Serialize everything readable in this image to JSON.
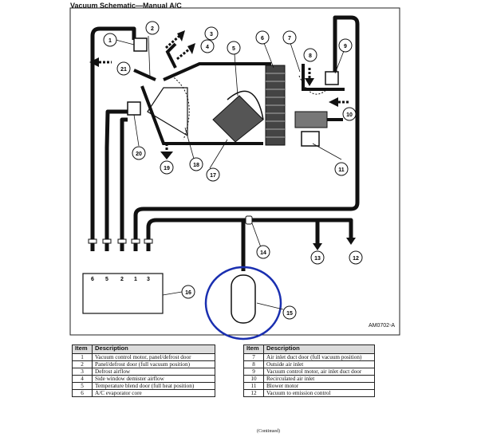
{
  "title": "Vacuum Schematic—Manual A/C",
  "figure_id": "AM0702-A",
  "callouts": [
    "1",
    "2",
    "3",
    "4",
    "5",
    "6",
    "7",
    "8",
    "9",
    "10",
    "11",
    "12",
    "13",
    "14",
    "15",
    "16",
    "17",
    "18",
    "19",
    "20",
    "21"
  ],
  "port_labels": [
    "6",
    "5",
    "2",
    "1",
    "3"
  ],
  "continued_note": "(Continued)",
  "annotation_color": "#1a2fb0",
  "table_headers": {
    "item": "Item",
    "description": "Description"
  },
  "table_left": [
    {
      "item": "1",
      "description": "Vacuum control motor, panel/defrost door"
    },
    {
      "item": "2",
      "description": "Panel/defrost door (full vacuum position)"
    },
    {
      "item": "3",
      "description": "Defrost airflow"
    },
    {
      "item": "4",
      "description": "Side window demister airflow"
    },
    {
      "item": "5",
      "description": "Temperature blend door (full heat position)"
    },
    {
      "item": "6",
      "description": "A/C evaporator core"
    }
  ],
  "table_right": [
    {
      "item": "7",
      "description": "Air inlet duct door (full vacuum position)"
    },
    {
      "item": "8",
      "description": "Outside air inlet"
    },
    {
      "item": "9",
      "description": "Vacuum control motor, air inlet duct door"
    },
    {
      "item": "10",
      "description": "Recirculated air inlet"
    },
    {
      "item": "11",
      "description": "Blower motor"
    },
    {
      "item": "12",
      "description": "Vacuum to emission control"
    }
  ]
}
